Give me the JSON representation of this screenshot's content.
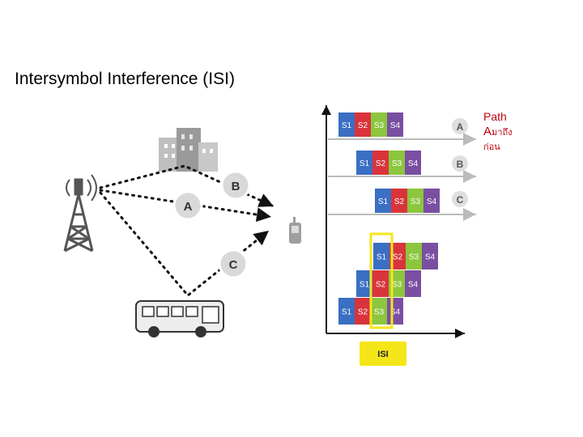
{
  "title": "Intersymbol Interference (ISI)",
  "note": {
    "line1": "Path",
    "line2_letter": "A",
    "line2_rest": "มาถึง",
    "line3": "ก่อน"
  },
  "paths": {
    "a": "A",
    "b": "B",
    "c": "C"
  },
  "symbols": [
    "S1",
    "S2",
    "S3",
    "S4"
  ],
  "isi_label": "ISI",
  "colors": {
    "s1": "#3a6fc4",
    "s2": "#d9343b",
    "s3": "#8cc63e",
    "s4": "#7a4fa2",
    "highlight": "#f5e619",
    "note": "#c0000c"
  }
}
